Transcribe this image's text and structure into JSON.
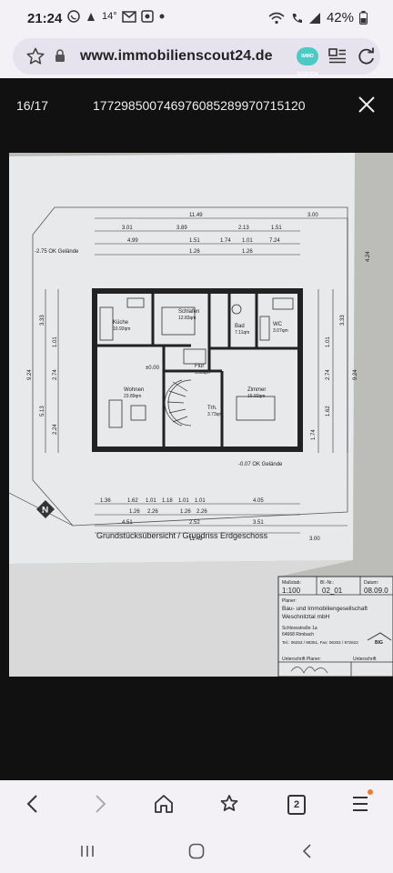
{
  "status": {
    "time": "21:24",
    "temp": "14°",
    "battery": "42%"
  },
  "browser": {
    "url": "www.immobilienscout24.de",
    "ext_label": "IMMO SCOUT24"
  },
  "viewer": {
    "counter": "16/17",
    "image_id": "177298500746976085289970715120"
  },
  "plan": {
    "title": "Grundstücksübersicht / Grundriss Erdgeschoss",
    "dims_top": [
      "11.49",
      "3.00",
      "3.01",
      "3.89",
      "2.13",
      "1.51",
      "4.99",
      "1.51",
      "1.74",
      "1.01",
      "7.24",
      "1.26",
      "1.26"
    ],
    "dims_bottom": [
      "1.36",
      "1.62",
      "1.01",
      "1.18",
      "1.01",
      "1.01",
      "4.05",
      "1.26",
      "2.26",
      "1.26",
      "2.26",
      "4.51",
      "2.52",
      "3.51",
      "11.49",
      "3.00"
    ],
    "dims_left": [
      "9.24",
      "5.13",
      "3.33",
      "2.74",
      "1.01",
      "2.24"
    ],
    "dims_right": [
      "9.24",
      "4.24",
      "3.33",
      "1.01",
      "2.74",
      "1.62",
      "1.74"
    ],
    "level_top": "-2.75 OK Gelände",
    "level_bottom": "-0.07 OK Gelände",
    "level_zero": "±0.00",
    "rooms": [
      {
        "name": "Küche",
        "area": "10.92qm"
      },
      {
        "name": "Schlafen",
        "area": "12.83qm"
      },
      {
        "name": "Bad",
        "area": "7.11qm"
      },
      {
        "name": "WC",
        "area": "3.07qm"
      },
      {
        "name": "Wohnen",
        "area": "23.89qm"
      },
      {
        "name": "Flur",
        "area": "5.33qm"
      },
      {
        "name": "Trh.",
        "area": "3.73qm"
      },
      {
        "name": "Zimmer",
        "area": "16.92qm"
      }
    ],
    "title_block": {
      "massstab_label": "Maßstab:",
      "massstab": "1:100",
      "blnr_label": "Bl.-Nr.:",
      "blnr": "02_01",
      "datum_label": "Datum:",
      "datum": "08.09.0",
      "planer_label": "Planer:",
      "firm1": "Bau- und Immobiliengesellschaft",
      "firm2": "Weschnitztal mbH",
      "street": "Schlossstraße 1a",
      "city": "64668 Rimbach",
      "phone": "Tel.: 06253 / 98351, Fax: 06253 / 972622",
      "sig_label": "Unterschrift Planer:",
      "sig2_label": "Unterschrift",
      "logo": "BIG"
    }
  }
}
